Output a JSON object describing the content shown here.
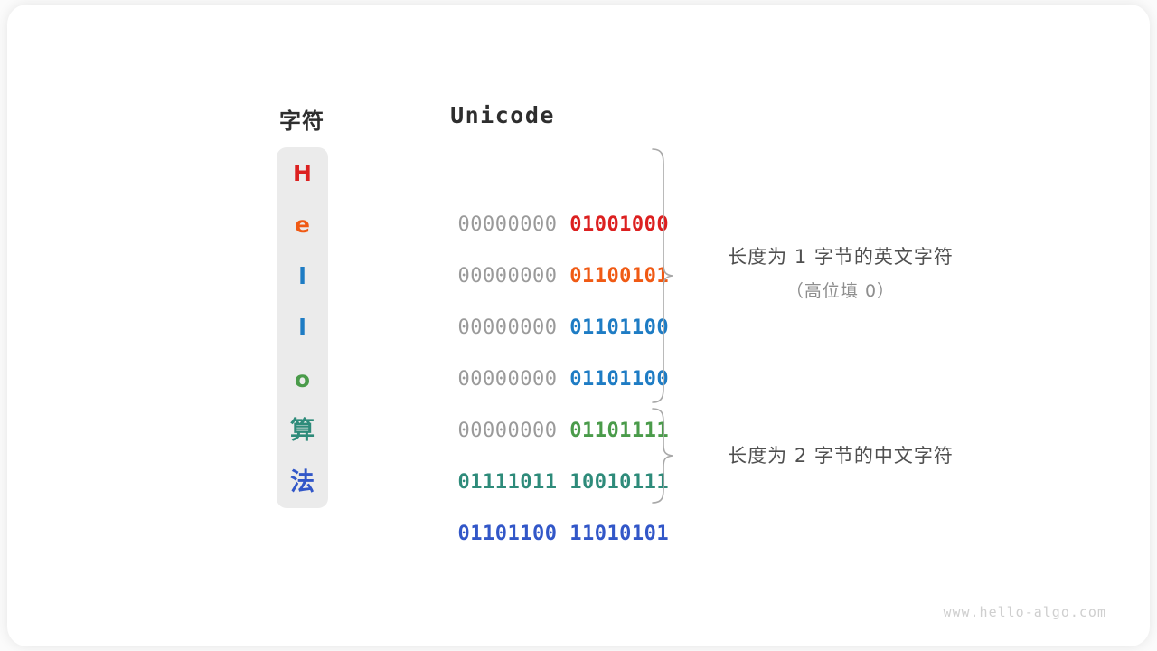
{
  "figure": {
    "watermark": "www.hello-algo.com",
    "background_color": "#fbfbfb",
    "card_color": "#ffffff",
    "char_column_color": "#ebebeb",
    "high_bits_color": "#9a9a9a"
  },
  "headers": {
    "character": "字符",
    "encoding": "Unicode"
  },
  "rows": [
    {
      "char": "H",
      "color": "#dc2020",
      "high_bits": "00000000",
      "low_bits": "01001000",
      "two_byte": false
    },
    {
      "char": "e",
      "color": "#f05a14",
      "high_bits": "00000000",
      "low_bits": "01100101",
      "two_byte": false
    },
    {
      "char": "l",
      "color": "#1e7cc4",
      "high_bits": "00000000",
      "low_bits": "01101100",
      "two_byte": false
    },
    {
      "char": "l",
      "color": "#1e7cc4",
      "high_bits": "00000000",
      "low_bits": "01101100",
      "two_byte": false
    },
    {
      "char": "o",
      "color": "#4a9b4a",
      "high_bits": "00000000",
      "low_bits": "01101111",
      "two_byte": false
    },
    {
      "char": "算",
      "color": "#2e8b7a",
      "high_bits": "01111011",
      "low_bits": "10010111",
      "two_byte": true
    },
    {
      "char": "法",
      "color": "#3257c8",
      "high_bits": "01101100",
      "low_bits": "11010101",
      "two_byte": true
    }
  ],
  "annotations": [
    {
      "main": "长度为 1 字节的英文字符",
      "sub": "（高位填 0）"
    },
    {
      "main": "长度为 2 字节的中文字符",
      "sub": ""
    }
  ]
}
